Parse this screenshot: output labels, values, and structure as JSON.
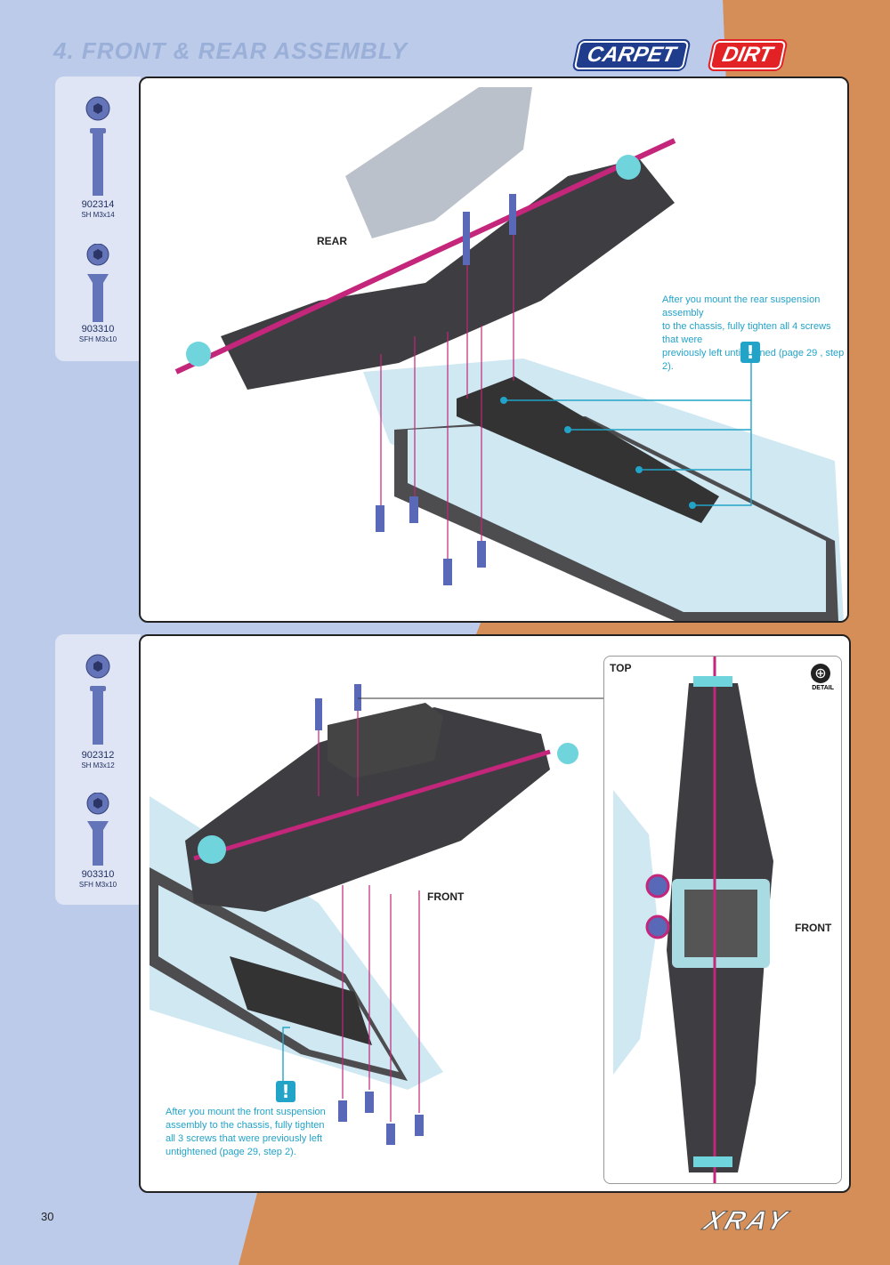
{
  "header": {
    "title": "4. FRONT & REAR ASSEMBLY",
    "badge_carpet": "CARPET",
    "badge_dirt": "DIRT"
  },
  "step1": {
    "parts": [
      {
        "code": "902314",
        "desc": "SH M3x14"
      },
      {
        "code": "903310",
        "desc": "SFH M3x10"
      }
    ],
    "label_rear": "REAR",
    "note": [
      "After you mount the rear suspension assembly",
      "to the chassis, fully tighten all 4 screws that were",
      "previously left untightened (page 29 , step 2)."
    ],
    "warn": "!"
  },
  "step2": {
    "parts": [
      {
        "code": "902312",
        "desc": "SH M3x12"
      },
      {
        "code": "903310",
        "desc": "SFH M3x10"
      }
    ],
    "label_front": "FRONT",
    "label_top": "TOP",
    "label_front_detail": "FRONT",
    "detail_label": "DETAIL",
    "note": [
      "After you mount the front suspension",
      "assembly to the chassis, fully tighten",
      "all 3 screws that were previously left",
      "untightened (page 29, step 2)."
    ],
    "warn": "!"
  },
  "footer": {
    "page_number": "30",
    "logo": "XRAY"
  },
  "colors": {
    "background_blue": "#bccbe9",
    "background_orange": "#d58e58",
    "accent_cyan": "#22a3c8",
    "accent_magenta": "#c3267a",
    "carpet_blue": "#1f3d8c",
    "dirt_red": "#e32226"
  }
}
